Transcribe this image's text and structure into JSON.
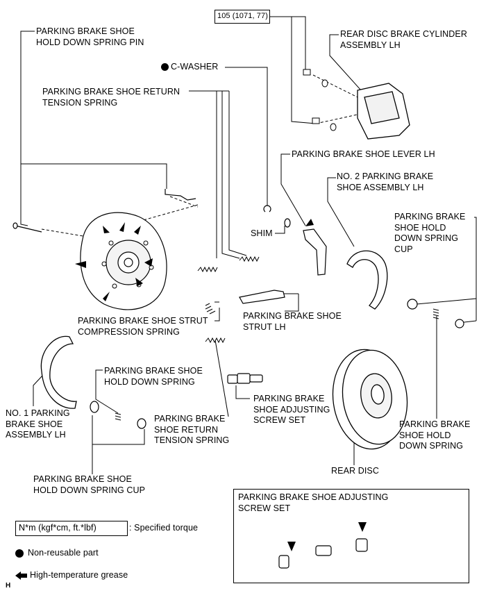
{
  "torque_box": "105 (1071, 77)",
  "labels": {
    "hold_down_spring_pin": "PARKING BRAKE SHOE\nHOLD DOWN SPRING PIN",
    "c_washer": "C-WASHER",
    "return_tension_spring_top": "PARKING BRAKE SHOE RETURN\nTENSION SPRING",
    "rear_disc_brake_cylinder": "REAR DISC BRAKE CYLINDER\nASSEMBLY LH",
    "shoe_lever": "PARKING BRAKE SHOE LEVER LH",
    "no2_shoe": "NO. 2 PARKING BRAKE\nSHOE ASSEMBLY LH",
    "shim": "SHIM",
    "hold_down_spring_cup_right": "PARKING BRAKE\nSHOE HOLD\nDOWN SPRING\nCUP",
    "strut_compression_spring": "PARKING BRAKE SHOE STRUT\nCOMPRESSION SPRING",
    "strut": "PARKING BRAKE SHOE\nSTRUT LH",
    "hold_down_spring_mid": "PARKING BRAKE SHOE\nHOLD DOWN SPRING",
    "adjusting_screw_set": "PARKING BRAKE\nSHOE ADJUSTING\nSCREW SET",
    "no1_shoe": "NO. 1 PARKING\nBRAKE SHOE\nASSEMBLY LH",
    "return_tension_spring_bottom": "PARKING BRAKE\nSHOE RETURN\nTENSION SPRING",
    "hold_down_spring_right": "PARKING BRAKE\nSHOE HOLD\nDOWN SPRING",
    "rear_disc": "REAR DISC",
    "hold_down_spring_cup_bottom": "PARKING BRAKE SHOE\nHOLD DOWN SPRING CUP"
  },
  "inset_title": "PARKING BRAKE SHOE ADJUSTING\nSCREW SET",
  "legend": {
    "torque_sample": "N*m (kgf*cm, ft.*lbf)",
    "torque_text": ": Specified torque",
    "nonreusable_text": "Non-reusable part",
    "grease_text": "High-temperature grease"
  },
  "footer_code": "H"
}
